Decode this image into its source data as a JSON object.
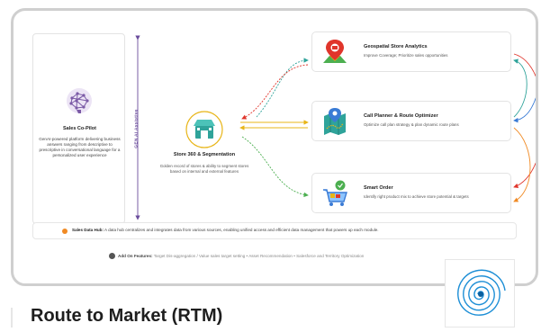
{
  "copilot": {
    "title": "Sales Co-Pilot",
    "desc": "GenAI-powered platform delivering business answers ranging from descriptive to prescriptive in conversational language for a personalized user experience"
  },
  "gen_ai_label": "GEN AI Assistive",
  "store": {
    "title": "Store 360 & Segmentation",
    "desc": "Golden record of stores & ability to segment stores based on internal and external features"
  },
  "modules": [
    {
      "title": "Geospatial Store Analytics",
      "desc": "Improve Coverage; Prioritize sales opportunities"
    },
    {
      "title": "Call Planner & Route Optimizer",
      "desc": "Optimize call plan strategy & plan dynamic route plans"
    },
    {
      "title": "Smart Order",
      "desc": "Identify right product mix to achieve store potential & targets"
    }
  ],
  "datahub": {
    "label": "Sales Data Hub:",
    "text": " A data hub centralizes and integrates data from various sources, enabling unified access and efficient data management that powers up each module."
  },
  "addon": {
    "label": "Add On Features:",
    "text": " Target Dis-aggregation / Value sales target setting  •  Asset Recommendation  •  Salesforce and Territory Optimization"
  },
  "page_title": "Route to Market (RTM)",
  "colors": {
    "accent_purple": "#6a4c9c",
    "arrow_teal": "#2fa39a",
    "arrow_yellow": "#e8b517",
    "arrow_blue": "#3a7bd5",
    "arrow_red": "#e0352b",
    "arrow_green": "#4caf50",
    "datahub_orange": "#f08a24"
  }
}
